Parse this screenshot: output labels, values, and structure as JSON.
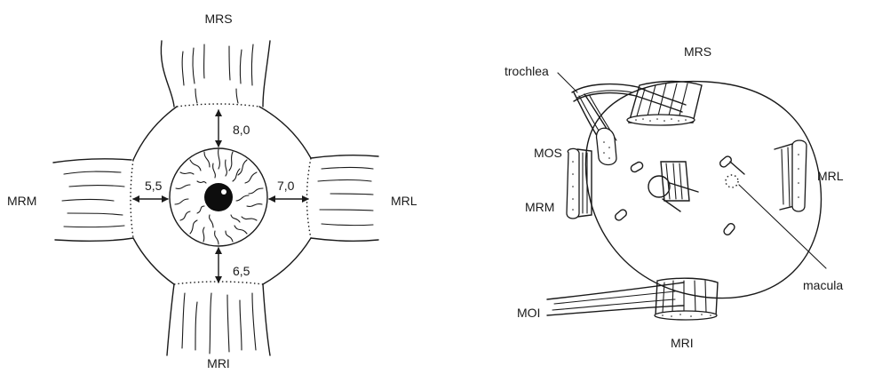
{
  "left_diagram": {
    "labels": {
      "top": "MRS",
      "bottom": "MRI",
      "left": "MRM",
      "right": "MRL"
    },
    "distances": {
      "top": "8,0",
      "left": "5,5",
      "right": "7,0",
      "bottom": "6,5"
    }
  },
  "right_diagram": {
    "labels": {
      "trochlea": "trochlea",
      "mrs": "MRS",
      "mos": "MOS",
      "mrm": "MRM",
      "mrl": "MRL",
      "macula": "macula",
      "moi": "MOI",
      "mri": "MRI"
    }
  }
}
